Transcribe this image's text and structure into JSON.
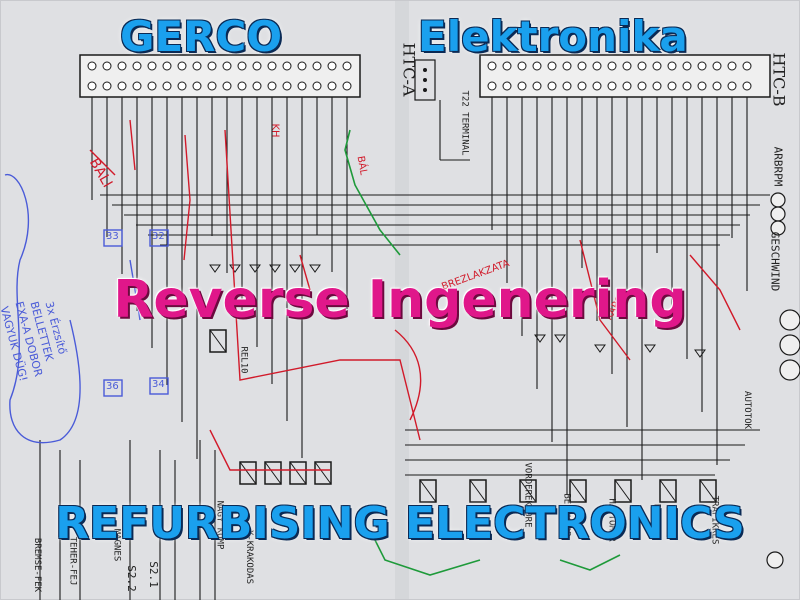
{
  "overlay": {
    "brand_left": "GERCO",
    "brand_right": "Elektronika",
    "headline": "Reverse Ingenering",
    "footer": "REFURBISING ELECTRONICS"
  },
  "schematic": {
    "connector_a": "HTC-A",
    "connector_b": "HTC-B",
    "terminal": "T22 TERMINAL",
    "arbrpm": "ARBRPM",
    "geschwind": "GESCHWIND",
    "rel": "REL10",
    "autotok": "AUTOTOK",
    "rel_labels": [
      "MAGNES",
      "NAGY KOMP",
      "VORDEREKTORE",
      "BELEKCOR",
      "HADTOMER",
      "BELADO",
      "TRAFIKKES"
    ],
    "bottom_labels": [
      "BREMSE-FEK",
      "TEHER-FEJ",
      "X-KRAKODAS",
      "S2.1",
      "S2.2"
    ],
    "red_notes": [
      "KH",
      "BALI",
      "BREZLAKZATA",
      "KAPCS",
      "BÁL"
    ],
    "blue_notes": [
      "3x Érzsítő",
      "BELLETTEK",
      "EXA-A DOBOR",
      "VAGYUK DÜG!",
      "33",
      "32",
      "36",
      "34"
    ]
  },
  "colors": {
    "paper": "#dcdde0",
    "ink": "#1a1a1a",
    "overlay_blue": "#1aa0ee",
    "overlay_pink": "#e0178a",
    "red_pen": "#d11a2a",
    "green_pen": "#1e9a3a",
    "blue_pen": "#4a5bd8"
  }
}
